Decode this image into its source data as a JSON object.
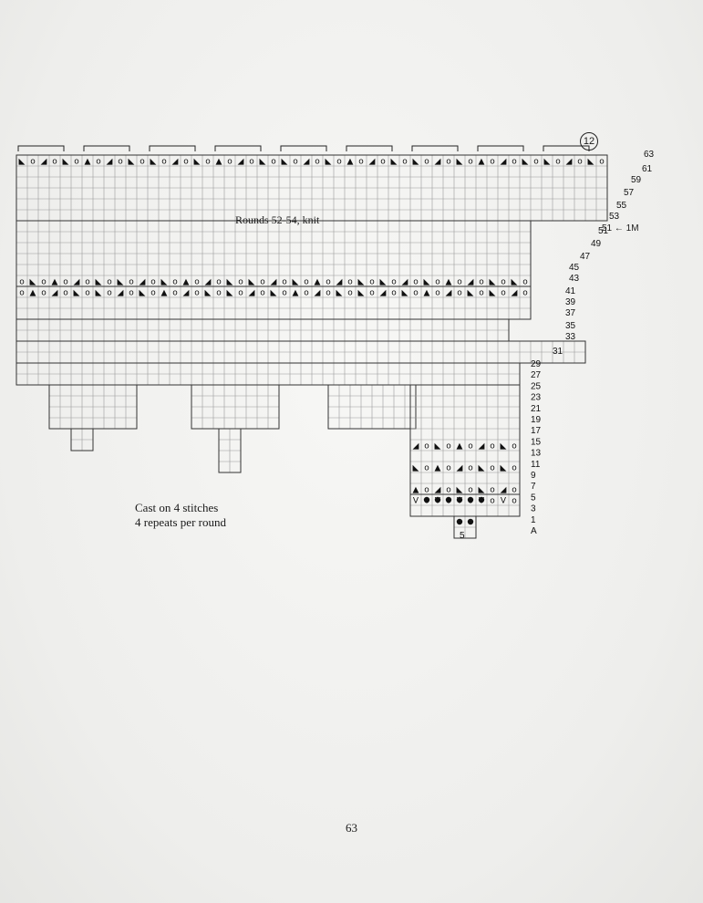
{
  "chart_number": "12",
  "note_rounds": "Rounds 52-54, knit",
  "caption_line1": "Cast on 4 stitches",
  "caption_line2": "4 repeats per round",
  "page_number": "63",
  "marker_label": "51 ← 1M",
  "round_labels": {
    "upper": [
      "63",
      "61",
      "59",
      "57",
      "55",
      "53",
      "51",
      "49",
      "47",
      "45",
      "43",
      "41",
      "39",
      "37",
      "35",
      "33",
      "31"
    ],
    "lower": [
      "29",
      "27",
      "25",
      "23",
      "21",
      "19",
      "17",
      "15",
      "13",
      "11",
      "9",
      "7",
      "5",
      "3",
      "1",
      "A"
    ]
  },
  "lower_stem_bottom_label": "5",
  "symbols": {
    "knit": "",
    "yo": "o",
    "k2tog": "◢",
    "ssk": "◣",
    "sl2k1psso": "▲",
    "bobble": "●",
    "wrap": "V",
    "twist": "⊖"
  }
}
